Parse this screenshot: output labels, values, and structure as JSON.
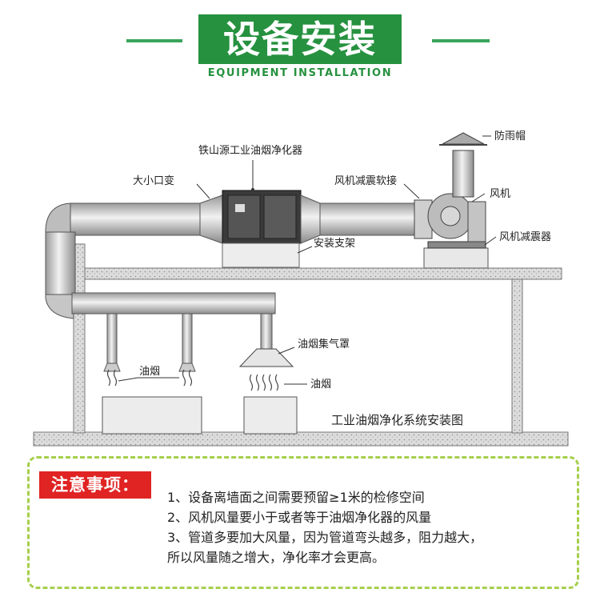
{
  "header": {
    "title": "设备安装",
    "subtitle": "EQUIPMENT INSTALLATION",
    "accent_color": "#26913f"
  },
  "diagram": {
    "labels": {
      "purifier": "铁山源工业油烟净化器",
      "reducer": "大小口变",
      "fan_connector": "风机减震软接",
      "rain_cap": "防雨帽",
      "fan": "风机",
      "fan_damper": "风机减震器",
      "bracket": "安装支架",
      "hood": "油烟集气罩",
      "fume_left": "油烟",
      "fume_right": "油烟",
      "caption": "工业油烟净化系统安装图"
    }
  },
  "notes": {
    "label": "注意事项：",
    "items": [
      "1、设备离墙面之间需要预留≥1米的检修空间",
      "2、风机风量要小于或者等于油烟净化器的风量",
      "3、管道多要加大风量，因为管道弯头越多，阻力越大，",
      "所以风量随之增大，净化率才会更高。"
    ],
    "border_color": "#a6cf4c",
    "label_color": "#e02323"
  }
}
